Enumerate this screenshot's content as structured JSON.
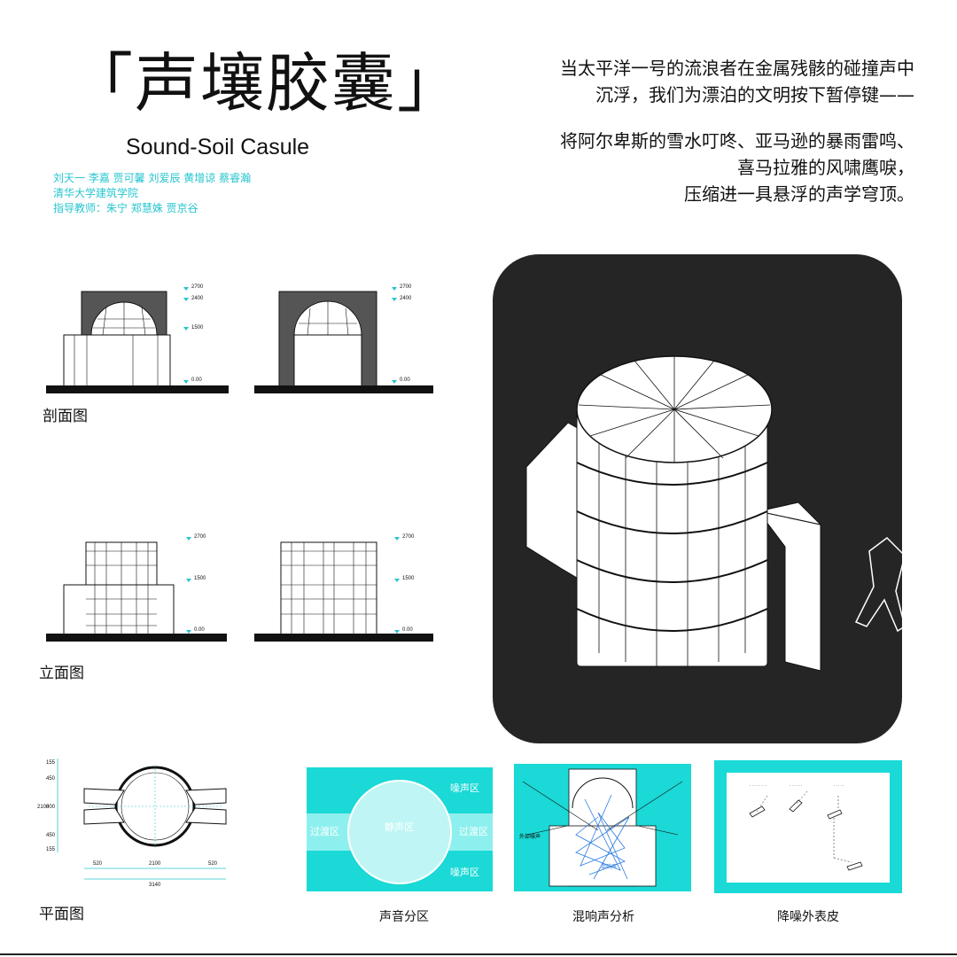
{
  "title": "「声壤胶囊」",
  "subtitle": "Sound-Soil Casule",
  "credits": {
    "authors": "刘天一 李嘉 贾可馨 刘爱辰 黄增谅 蔡睿瀚",
    "school": "清华大学建筑学院",
    "advisors": "指导教师：朱宁 郑慧姝 贾京谷"
  },
  "poem": {
    "line1": "当太平洋一号的流浪者在金属残骸的碰撞声中",
    "line2": "沉浮，我们为漂泊的文明按下暂停键——",
    "line3": "将阿尔卑斯的雪水叮咚、亚马逊的暴雨雷鸣、",
    "line4": "喜马拉雅的风啸鹰唳，",
    "line5": "压缩进一具悬浮的声学穹顶。"
  },
  "sections": {
    "section_label": "剖面图",
    "elevation_label": "立面图",
    "plan_label": "平面图",
    "levels_section": [
      "2700",
      "2400",
      "1500",
      "0.00"
    ],
    "levels_elevation": [
      "2700",
      "1500",
      "0.00"
    ]
  },
  "plan_dims": {
    "left": [
      "155",
      "450",
      "2100",
      "800",
      "450",
      "155"
    ],
    "bottom": [
      "520",
      "2100",
      "520"
    ],
    "total": "3140"
  },
  "zones": {
    "quiet": "静声区",
    "noise_top": "噪声区",
    "noise_bottom": "噪声区",
    "transition_left": "过渡区",
    "transition_right": "过渡区"
  },
  "reverb": {
    "outside_noise": "外部噪声",
    "reverb": "混响声"
  },
  "captions": {
    "zoning": "声音分区",
    "reverb_analysis": "混响声分析",
    "noise_skin": "降噪外表皮"
  },
  "colors": {
    "accent": "#1ad9d6",
    "dark_panel": "#252525",
    "credit_text": "#27c5cf"
  }
}
